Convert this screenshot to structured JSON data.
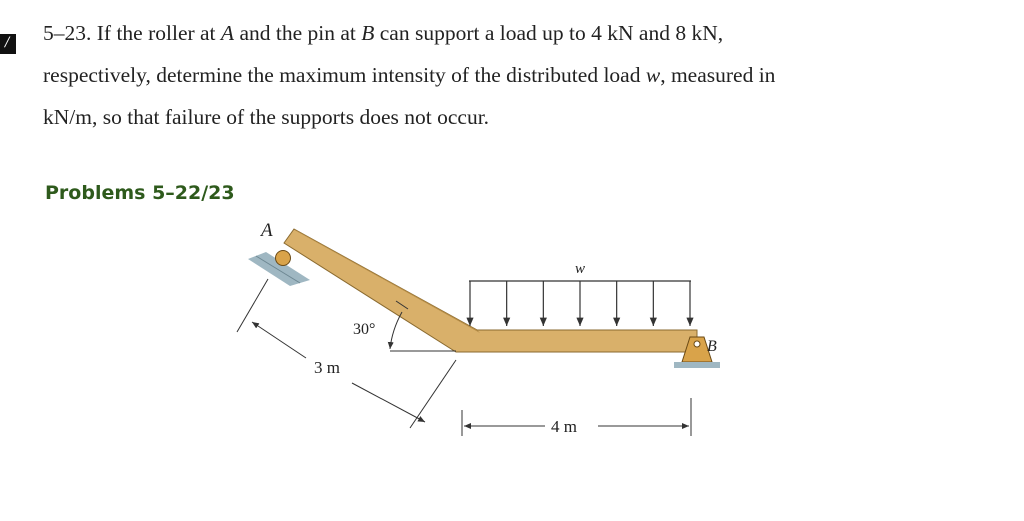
{
  "problem": {
    "number": "5–23.",
    "line1_a": "If the roller at",
    "point_a": "A",
    "line1_b": "and the pin at",
    "point_b": "B",
    "line1_c": "can support a load up to 4 kN and 8 kN,",
    "line2_a": "respectively, determine the maximum intensity of the distributed load",
    "load_symbol": "w",
    "line2_b": ", measured in",
    "line3": "kN/m, so that failure of the supports does not occur."
  },
  "caption": "Problems 5–22/23",
  "figure": {
    "label_a": "A",
    "label_b": "B",
    "label_w": "w",
    "angle": "30°",
    "dim_inclined": "3 m",
    "dim_horizontal": "4 m",
    "beam_color": "#d9b06a",
    "arrow_count": 7
  },
  "sidebar_glyph": "/"
}
